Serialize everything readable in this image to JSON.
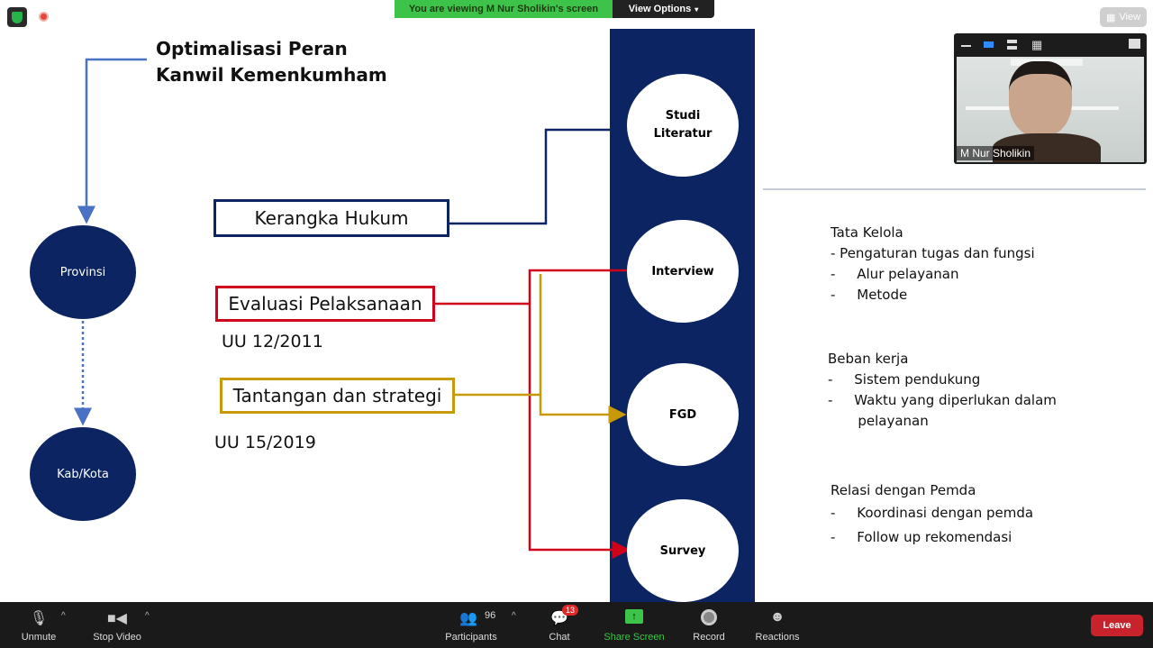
{
  "banner": {
    "viewing": "You are viewing M Nur Sholikin's screen",
    "view_options": "View Options"
  },
  "view_button": "View",
  "video": {
    "name": "M Nur Sholikin"
  },
  "slide": {
    "title_line1": "Optimalisasi Peran",
    "title_line2": "Kanwil Kemenkumham",
    "provinsi": "Provinsi",
    "kabkota": "Kab/Kota",
    "kerangka": "Kerangka Hukum",
    "evaluasi": "Evaluasi Pelaksanaan",
    "uu1": "UU 12/2011",
    "tantangan": "Tantangan dan strategi",
    "uu2": "UU 15/2019",
    "methods": [
      "Studi Literatur",
      "Interview",
      "FGD",
      "Survey"
    ],
    "tata": {
      "title": "Tata Kelola",
      "items": [
        "- Pengaturan tugas dan fungsi",
        "-     Alur pelayanan",
        "-     Metode"
      ]
    },
    "beban": {
      "title": "Beban kerja",
      "items": [
        "-     Sistem pendukung",
        "-     Waktu yang diperlukan dalam",
        "       pelayanan"
      ]
    },
    "relasi": {
      "title": "Relasi dengan Pemda",
      "items": [
        "-     Koordinasi dengan pemda",
        "-     Follow up rekomendasi"
      ]
    }
  },
  "toolbar": {
    "unmute": "Unmute",
    "stop_video": "Stop Video",
    "participants": "Participants",
    "participants_count": "96",
    "chat": "Chat",
    "chat_badge": "13",
    "share": "Share Screen",
    "record": "Record",
    "reactions": "Reactions",
    "leave": "Leave"
  },
  "colors": {
    "navy": "#0c2461",
    "red": "#d0021b",
    "gold": "#c89a0a",
    "green": "#3ec34a",
    "leave": "#c8232c"
  }
}
